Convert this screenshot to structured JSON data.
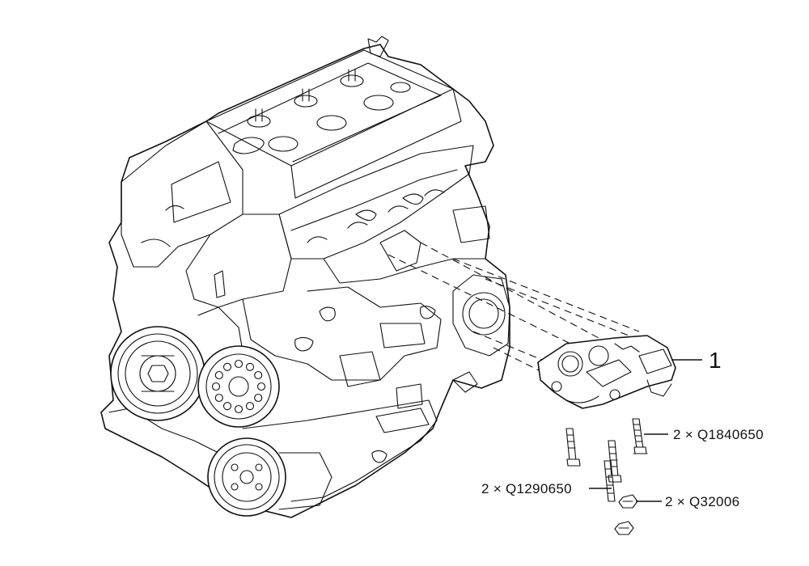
{
  "callouts": {
    "item_number": "1",
    "bolt_long": "2 × Q1840650",
    "bolt_short": "2 × Q1290650",
    "nut": "2 × Q32006"
  }
}
